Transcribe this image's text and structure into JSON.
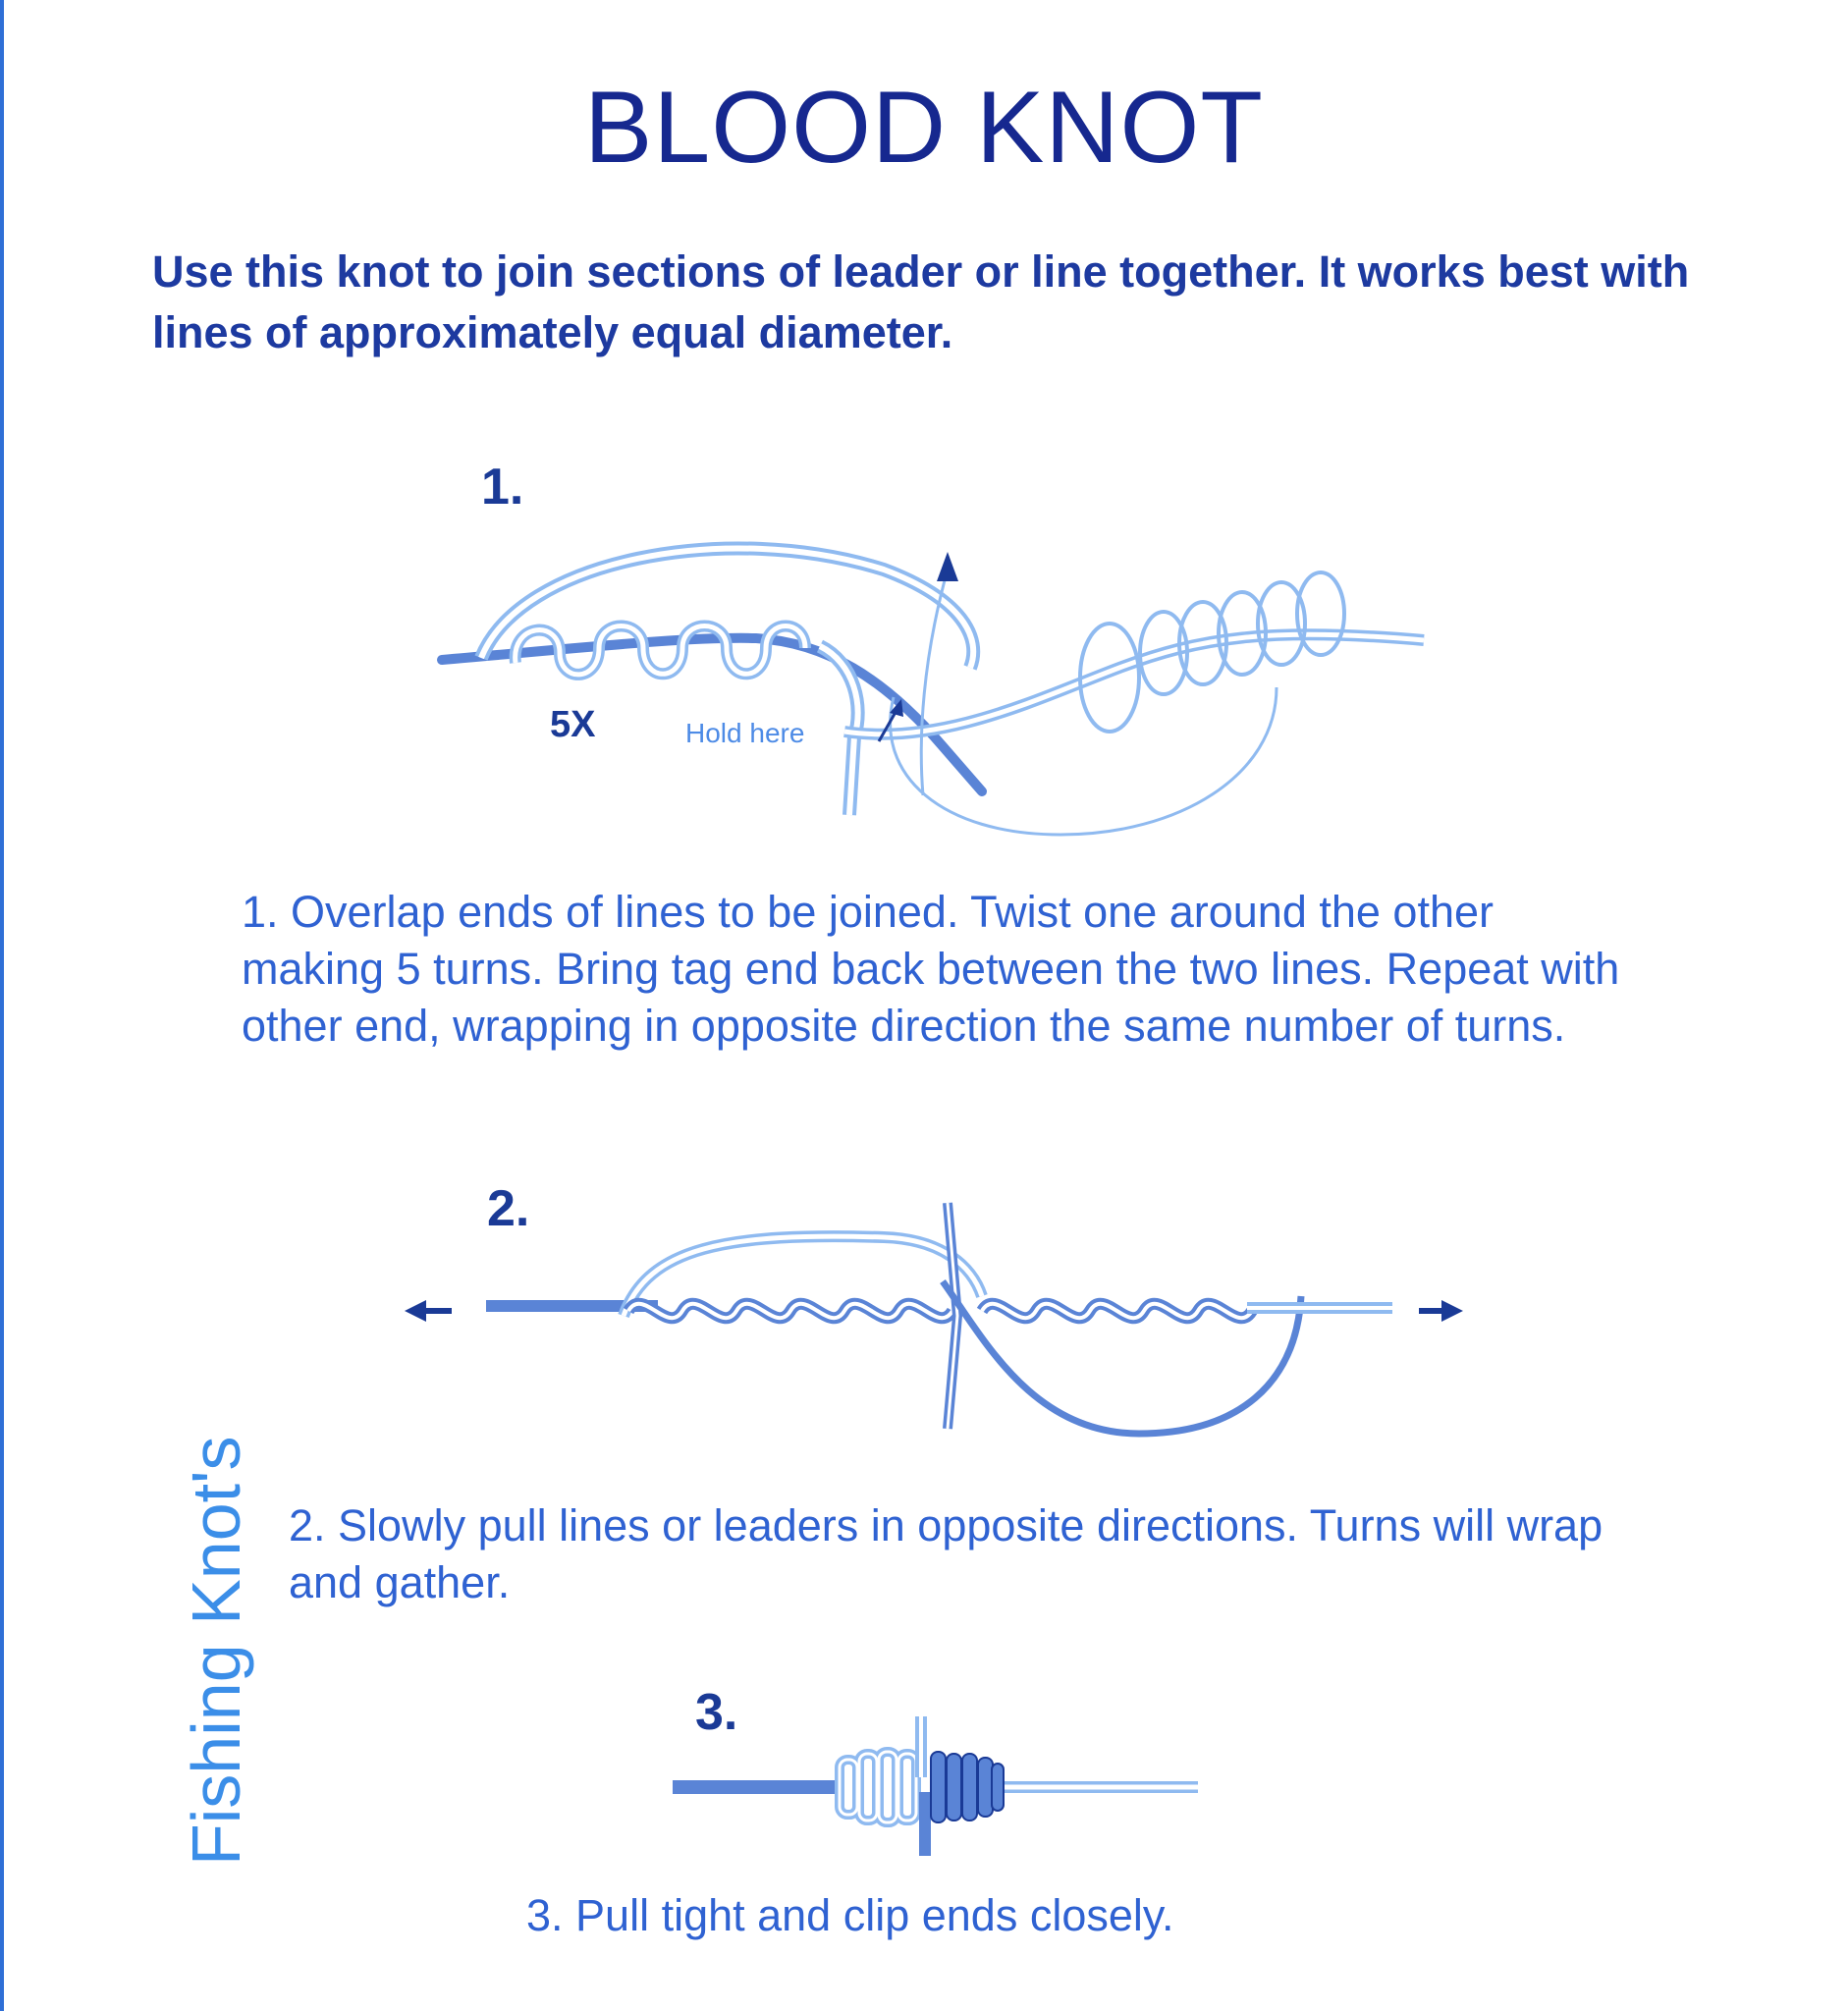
{
  "title": "BLOOD KNOT",
  "intro": "Use this knot to join sections of leader or line together. It works best with lines of approximately equal diameter.",
  "side_label": "Fishing Knot's",
  "steps": [
    {
      "number": "1.",
      "text": "1.  Overlap ends of lines to be joined. Twist one around the other making 5 turns. Bring tag end back between the two lines. Repeat with other end, wrapping in opposite direction the same number of turns.",
      "figure_labels": {
        "turns": "5X",
        "hold": "Hold here"
      }
    },
    {
      "number": "2.",
      "text": "2.  Slowly pull lines or leaders in opposite directions. Turns will wrap and gather."
    },
    {
      "number": "3.",
      "text": "3.  Pull tight and clip ends closely."
    }
  ],
  "colors": {
    "title": "#16288f",
    "text": "#2f62d2",
    "line_dark": "#5a84d6",
    "line_light": "#8fbaf0",
    "arrow": "#1a3a96",
    "side": "#3b8ee8"
  }
}
